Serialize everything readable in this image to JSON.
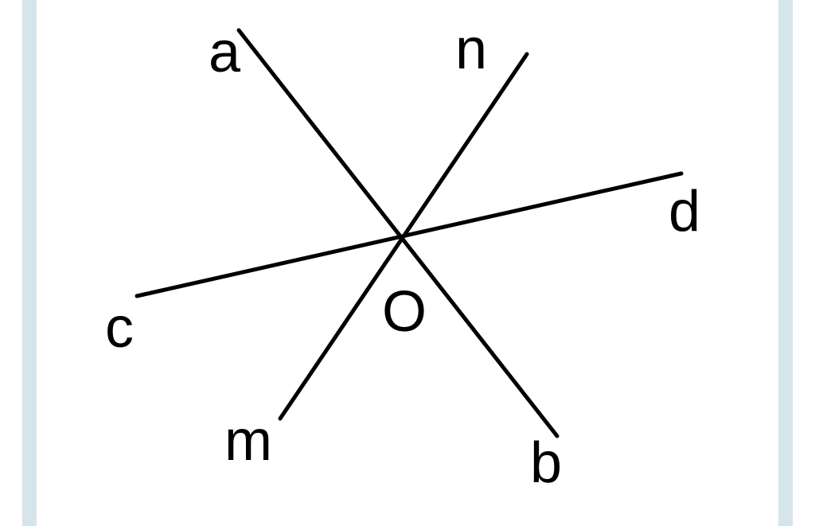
{
  "colors": {
    "border": "#d6e5ec",
    "line": "#000000",
    "background": "#ffffff"
  },
  "labels": {
    "a": "a",
    "b": "b",
    "c": "c",
    "d": "d",
    "m": "m",
    "n": "n",
    "o": "O"
  }
}
